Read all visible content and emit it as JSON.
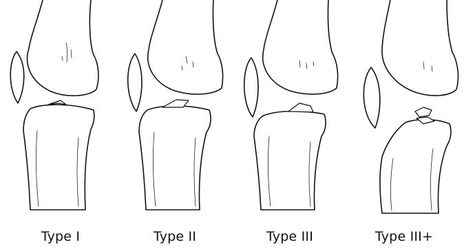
{
  "panels": [
    {
      "label": "Type I"
    },
    {
      "label": "Type II"
    },
    {
      "label": "Type III"
    },
    {
      "label": "Type III+"
    }
  ]
}
